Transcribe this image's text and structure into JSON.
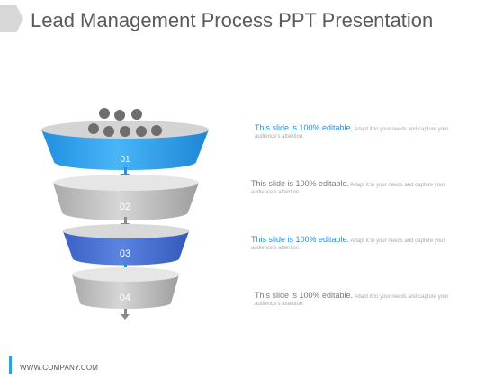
{
  "slide": {
    "title": "Lead Management Process PPT Presentation"
  },
  "stages": [
    {
      "number": "01",
      "color": "#2fa4f0",
      "headline": "This slide is 100% editable.",
      "body": "Adapt it to your needs and capture your audience's attention."
    },
    {
      "number": "02",
      "color": "#b5b5b5",
      "headline": "This slide is 100% editable.",
      "body": "Adapt it to your needs and capture your audience's attention."
    },
    {
      "number": "03",
      "color": "#4a73d4",
      "headline": "This slide is 100% editable.",
      "body": "Adapt it to your needs and capture your audience's attention."
    },
    {
      "number": "04",
      "color": "#b5b5b5",
      "headline": "This slide is 100% editable.",
      "body": "Adapt it to your needs and capture your audience's attention."
    }
  ],
  "colors": {
    "arrow": "#8a8a8a",
    "ball": "#6e6e6e",
    "accent": "#2aa3e0"
  },
  "footer": {
    "company": "WWW.COMPANY.COM"
  }
}
